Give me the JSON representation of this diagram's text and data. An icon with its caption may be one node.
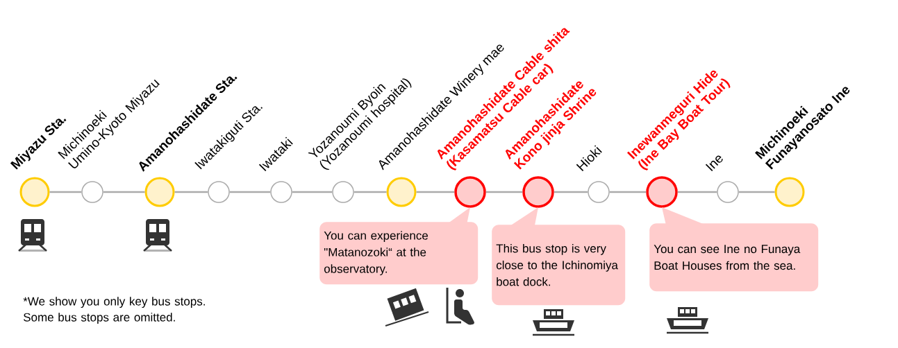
{
  "diagram": {
    "nodes": [
      {
        "text": [
          "Miyazu Sta."
        ]
      },
      {
        "text": [
          "Michinoeki Umino-Kyoto Miyazu"
        ]
      },
      {
        "text": [
          "Amanohashidate Sta."
        ]
      },
      {
        "text": [
          "Iwatakiguti Sta."
        ]
      },
      {
        "text": [
          "Iwataki"
        ]
      },
      {
        "text": [
          "Yozanoumi Byoin (Yozanoumi hospital)"
        ]
      },
      {
        "text": [
          "Amanohashidate Winery mae"
        ]
      },
      {
        "text": [
          "Amanohashidate Cable shita (Kasamatsu Cable car)"
        ]
      },
      {
        "text": [
          "Amanohashidate Kono jinja Shrine"
        ]
      },
      {
        "text": [
          "Hioki"
        ]
      },
      {
        "text": [
          "Inewanmeguri Hide (Ine Bay Boat Tour)"
        ]
      },
      {
        "text": [
          "Ine"
        ]
      },
      {
        "text": [
          "Michinoeki Funayanosato Ine"
        ]
      },
      {
        "text": [
          "You can experience \"Matanozoki“ at the observatory."
        ]
      },
      {
        "text": [
          "This bus stop is very close to the Ichinomiya boat dock."
        ]
      },
      {
        "text": [
          "You can see Ine no Funaya Boat Houses from the sea."
        ]
      }
    ],
    "edges": [
      {
        "from": 0,
        "to": 1,
        "arrow": "none"
      },
      {
        "from": 1,
        "to": 2,
        "arrow": "none"
      },
      {
        "from": 2,
        "to": 3,
        "arrow": "none"
      },
      {
        "from": 3,
        "to": 4,
        "arrow": "none"
      },
      {
        "from": 4,
        "to": 5,
        "arrow": "none"
      },
      {
        "from": 5,
        "to": 6,
        "arrow": "none"
      },
      {
        "from": 6,
        "to": 7,
        "arrow": "none"
      },
      {
        "from": 7,
        "to": 8,
        "arrow": "none"
      },
      {
        "from": 8,
        "to": 9,
        "arrow": "none"
      },
      {
        "from": 9,
        "to": 10,
        "arrow": "none"
      },
      {
        "from": 10,
        "to": 11,
        "arrow": "none"
      },
      {
        "from": 11,
        "to": 12,
        "arrow": "none"
      }
    ],
    "labels": [
      "*We show you only key bus stops. Some bus stops are omitted."
    ]
  }
}
